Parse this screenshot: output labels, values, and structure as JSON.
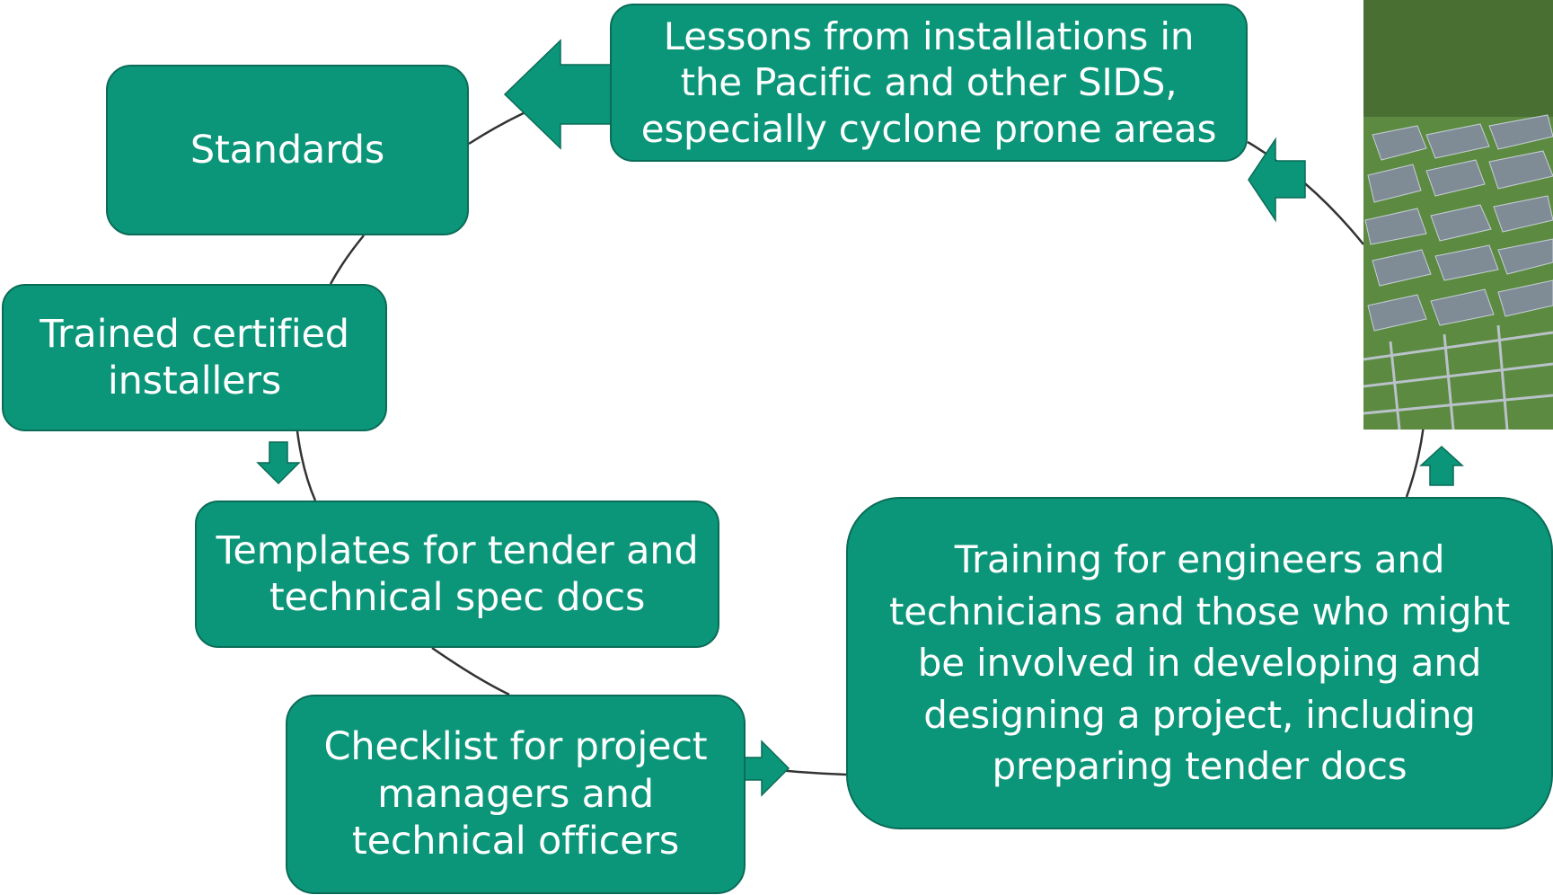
{
  "diagram": {
    "nodes": [
      {
        "id": "lessons",
        "text": "Lessons from installations in\nthe Pacific and other SIDS,\nespecially cyclone prone areas"
      },
      {
        "id": "standards",
        "text": "Standards"
      },
      {
        "id": "installers",
        "text": "Trained certified\ninstallers"
      },
      {
        "id": "templates",
        "text": "Templates for tender and\ntechnical spec docs"
      },
      {
        "id": "checklist",
        "text": "Checklist for project\nmanagers and\ntechnical officers"
      },
      {
        "id": "training",
        "text": "Training for engineers and\ntechnicians and those who might\nbe involved in developing and\ndesigning a project, including\npreparing tender docs"
      }
    ],
    "colors": {
      "box_fill": "#0b967a",
      "box_border": "#0a6c57",
      "text": "#ffffff",
      "arrow_fill": "#0b967a",
      "connector": "#333333"
    },
    "photo": {
      "subject": "damaged solar panel array on grassy hillside",
      "icon": "photo-image"
    }
  }
}
